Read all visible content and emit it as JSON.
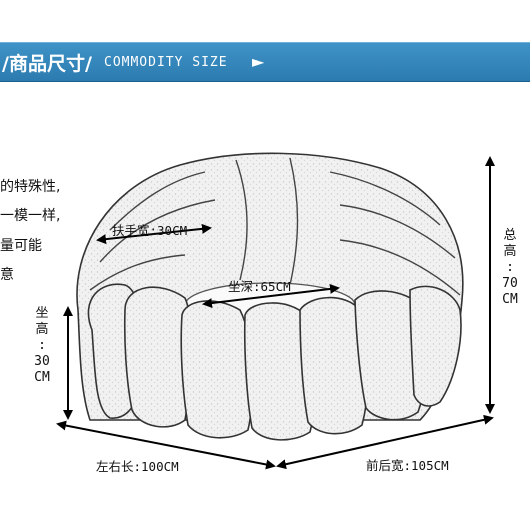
{
  "header": {
    "title": "/商品尺寸/",
    "subtitle": "COMMODITY SIZE",
    "arrow_icon": "triangle-right-icon",
    "bg_color": "#2f80b6"
  },
  "notes": [
    "的特殊性,",
    "一模一样,",
    "量可能",
    "意"
  ],
  "dimensions": {
    "armrest_width": "扶手宽:30CM",
    "seat_depth": "坐深:65CM",
    "total_height_chars": [
      "总",
      "高",
      ":",
      "70",
      "CM"
    ],
    "seat_height_chars": [
      "坐",
      "高",
      ":",
      "30",
      "CM"
    ],
    "length": "左右长:100CM",
    "front_back_width": "前后宽:105CM"
  }
}
